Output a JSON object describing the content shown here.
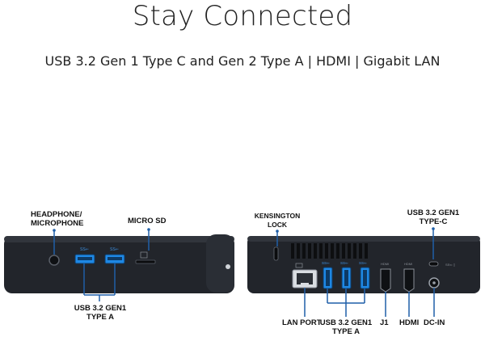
{
  "header": {
    "title": "Stay Connected",
    "subtitle": "USB 3.2 Gen 1 Type C and Gen 2 Type A | HDMI | Gigabit LAN"
  },
  "front": {
    "headphone_line1": "HEADPHONE/",
    "headphone_line2": "MICROPHONE",
    "micro_sd": "MICRO SD",
    "usb_line1": "USB 3.2 GEN1",
    "usb_line2": "TYPE A"
  },
  "back": {
    "kensington_line1": "KENSINGTON",
    "kensington_line2": "LOCK",
    "usbc_line1": "USB 3.2 GEN1",
    "usbc_line2": "TYPE-C",
    "lan": "LAN PORT",
    "usb_line1": "USB 3.2 GEN1",
    "usb_line2": "TYPE A",
    "j1": "J1",
    "hdmi": "HDMI",
    "dcin": "DC-IN"
  },
  "colors": {
    "body": "#22252b",
    "body_edge": "#3a3e46",
    "usb_blue": "#1e88e5",
    "callout": "#1f5fa8"
  }
}
